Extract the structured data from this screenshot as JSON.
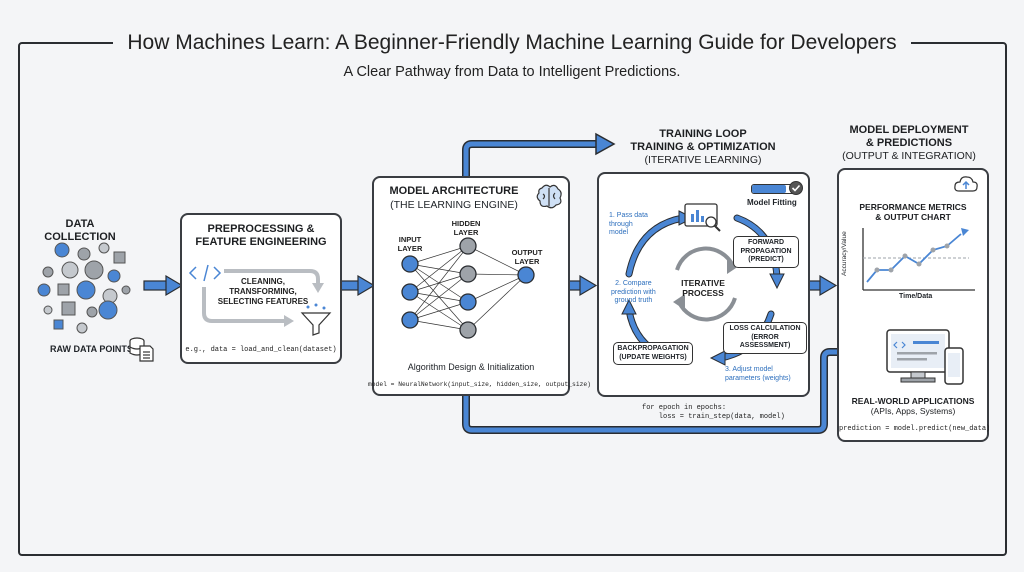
{
  "title": "How Machines Learn: A Beginner-Friendly Machine Learning Guide for Developers",
  "subtitle": "A Clear Pathway from Data to Intelligent Predictions.",
  "colors": {
    "accent": "#4a86d4",
    "dark": "#2a2d31",
    "muted": "#9ea3a9"
  },
  "stages": {
    "collection": {
      "title": "DATA COLLECTION",
      "caption": "RAW DATA POINTS"
    },
    "preprocessing": {
      "title_line1": "PREPROCESSING &",
      "title_line2": "FEATURE ENGINEERING",
      "caption_line1": "CLEANING,",
      "caption_line2": "TRANSFORMING,",
      "caption_line3": "SELECTING FEATURES",
      "code": "e.g., data = load_and_clean(dataset)"
    },
    "architecture": {
      "title": "MODEL ARCHITECTURE",
      "subtitle": "(THE LEARNING ENGINE)",
      "input_label_1": "INPUT",
      "input_label_2": "LAYER",
      "hidden_label_1": "HIDDEN",
      "hidden_label_2": "LAYER",
      "output_label_1": "OUTPUT",
      "output_label_2": "LAYER",
      "caption": "Algorithm Design & Initialization",
      "code": "model = NeuralNetwork(input_size, hidden_size, output_size)"
    },
    "training": {
      "title_line1": "TRAINING LOOP",
      "title_line2": "TRAINING & OPTIMIZATION",
      "subtitle": "(ITERATIVE LEARNING)",
      "badge": "Model Fitting",
      "center_1": "ITERATIVE",
      "center_2": "PROCESS",
      "step1_1": "1. Pass data",
      "step1_2": "through",
      "step1_3": "model",
      "step2_1": "2. Compare",
      "step2_2": "prediction with",
      "step2_3": "ground truth",
      "step3_1": "3. Adjust model",
      "step3_2": "parameters (weights)",
      "forward_1": "FORWARD",
      "forward_2": "PROPAGATION",
      "forward_3": "(PREDICT)",
      "loss_1": "LOSS CALCULATION",
      "loss_2": "(ERROR ASSESSMENT)",
      "back_1": "BACKPROPAGATION",
      "back_2": "(UPDATE WEIGHTS)",
      "code_1": "for epoch in epochs:",
      "code_2": "    loss = train_step(data, model)"
    },
    "deployment": {
      "title_line1": "MODEL DEPLOYMENT",
      "title_line2": "& PREDICTIONS",
      "subtitle": "(OUTPUT & INTEGRATION)",
      "metrics_1": "PERFORMANCE METRICS",
      "metrics_2": "& OUTPUT CHART",
      "y_label": "Accuracy/Value",
      "x_label": "Time/Data",
      "apps_1": "REAL-WORLD APPLICATIONS",
      "apps_2": "(APIs, Apps, Systems)",
      "code": "prediction = model.predict(new_data)"
    }
  }
}
